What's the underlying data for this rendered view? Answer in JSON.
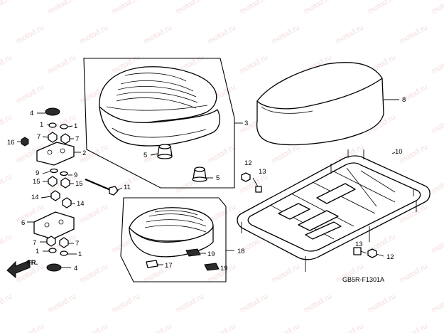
{
  "watermark": "motod.ru",
  "diagram_code": "GB5R-F1301A",
  "front_marker": "FR.",
  "callouts": {
    "c1": "1",
    "c2": "2",
    "c3": "3",
    "c4": "4",
    "c5": "5",
    "c6": "6",
    "c7": "7",
    "c8": "8",
    "c9": "9",
    "c10": "10",
    "c11": "11",
    "c12": "12",
    "c13": "13",
    "c14": "14",
    "c15": "15",
    "c16": "16",
    "c17": "17",
    "c18": "18",
    "c19": "19"
  }
}
